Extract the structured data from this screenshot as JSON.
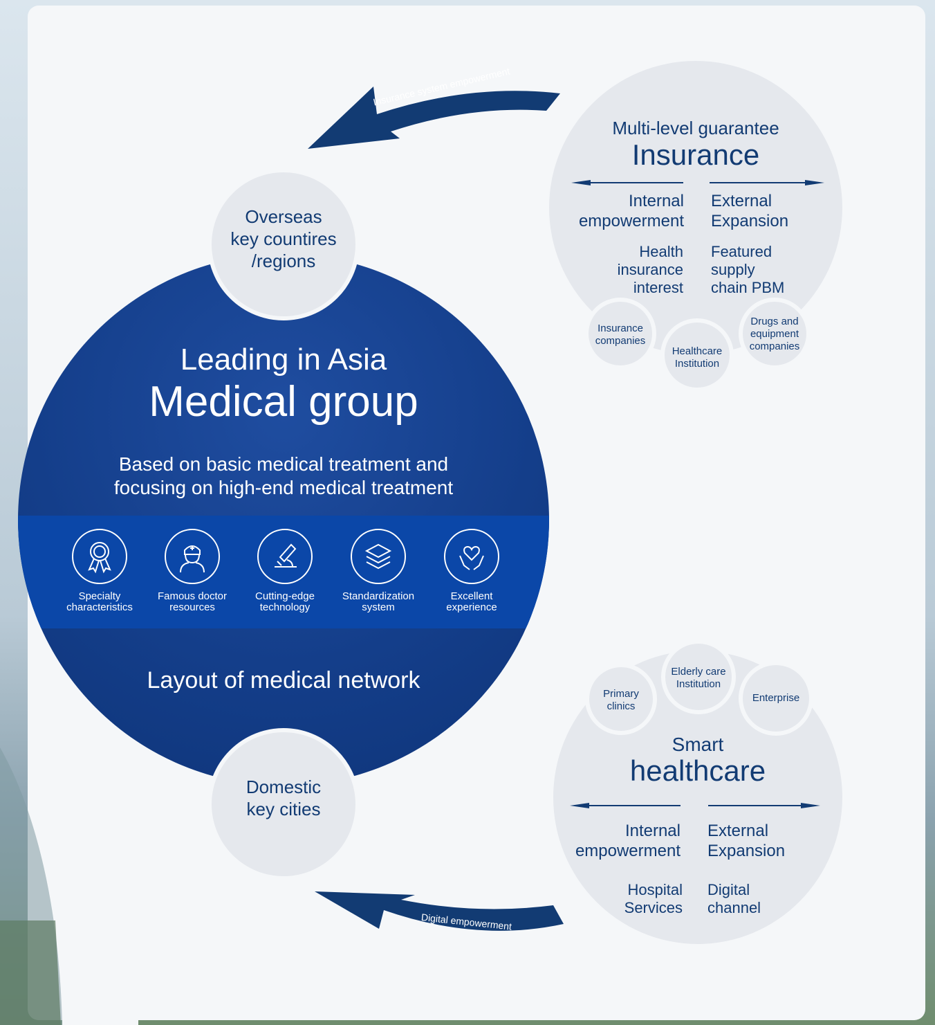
{
  "arrows": {
    "top_label": "Insurance system empowerment",
    "bottom_label": "Digital empowerment"
  },
  "overseas": {
    "line1": "Overseas",
    "line2": "key countires",
    "line3": "/regions"
  },
  "domestic": {
    "line1": "Domestic",
    "line2": "key cities"
  },
  "main": {
    "title_small": "Leading in Asia",
    "title_large": "Medical group",
    "subtitle_line1": "Based on basic medical treatment and",
    "subtitle_line2": "focusing on high-end medical treatment",
    "network": "Layout of medical network",
    "features": [
      {
        "line1": "Specialty",
        "line2": "characteristics",
        "icon": "ribbon-medal-icon"
      },
      {
        "line1": "Famous doctor",
        "line2": "resources",
        "icon": "doctor-icon"
      },
      {
        "line1": "Cutting-edge",
        "line2": "technology",
        "icon": "microscope-icon"
      },
      {
        "line1": "Standardization",
        "line2": "system",
        "icon": "layers-icon"
      },
      {
        "line1": "Excellent",
        "line2": "experience",
        "icon": "heart-hands-icon"
      }
    ]
  },
  "insurance": {
    "title_small": "Multi-level guarantee",
    "title_large": "Insurance",
    "internal": {
      "line1": "Internal",
      "line2": "empowerment"
    },
    "external": {
      "line1": "External",
      "line2": "Expansion"
    },
    "left_item": {
      "line1": "Health",
      "line2": "insurance",
      "line3": "interest"
    },
    "right_item": {
      "line1": "Featured",
      "line2": "supply",
      "line3": "chain PBM"
    },
    "nodes": [
      {
        "line1": "Insurance",
        "line2": "companies",
        "line3": ""
      },
      {
        "line1": "Healthcare",
        "line2": "Institution",
        "line3": ""
      },
      {
        "line1": "Drugs and",
        "line2": "equipment",
        "line3": "companies"
      }
    ]
  },
  "smart": {
    "title_small": "Smart",
    "title_large": "healthcare",
    "internal": {
      "line1": "Internal",
      "line2": "empowerment"
    },
    "external": {
      "line1": "External",
      "line2": "Expansion"
    },
    "left_item": {
      "line1": "Hospital",
      "line2": "Services"
    },
    "right_item": {
      "line1": "Digital",
      "line2": "channel"
    },
    "nodes": [
      {
        "line1": "Primary",
        "line2": "clinics"
      },
      {
        "line1": "Elderly care",
        "line2": "Institution"
      },
      {
        "line1": "Enterprise",
        "line2": ""
      }
    ]
  },
  "colors": {
    "navy": "#123b73",
    "band": "#0b47a8",
    "circle_fill": "#e5e8ed"
  }
}
